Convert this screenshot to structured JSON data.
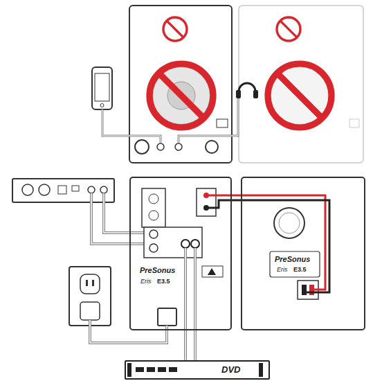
{
  "diagram": {
    "nodes": [
      {
        "text": [
          "PreSonus",
          "Eris",
          "E3.5"
        ]
      },
      {
        "text": [
          "PreSonus",
          "Eris",
          "E3.5"
        ]
      },
      {
        "text": [
          "DVD"
        ]
      }
    ],
    "edges": [
      {
        "from": 2,
        "to": 0,
        "arrow": "none"
      },
      {
        "from": 0,
        "to": 1,
        "arrow": "none"
      }
    ]
  }
}
